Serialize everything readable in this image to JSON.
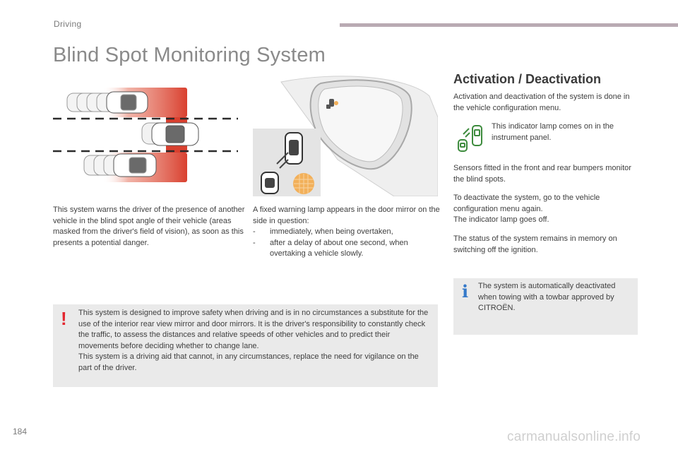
{
  "header": {
    "section": "Driving"
  },
  "title": "Blind Spot Monitoring System",
  "intro": "This system warns the driver of the presence of another vehicle in the blind spot angle of their vehicle (areas masked from the driver's field of vision), as soon as this presents a potential danger.",
  "lamp": {
    "intro": "A fixed warning lamp appears in the door mirror on the side in question:",
    "items": [
      {
        "dash": "-",
        "text": "immediately, when being overtaken,"
      },
      {
        "dash": "-",
        "text": "after a delay of about one second, when overtaking a vehicle slowly."
      }
    ]
  },
  "activation": {
    "title": "Activation / Deactivation",
    "p1": "Activation and deactivation of the system is done in the vehicle configuration menu.",
    "indicator": "This indicator lamp comes on in the instrument panel.",
    "p2": "Sensors fitted in the front and rear bumpers monitor the blind spots.",
    "p3a": "To deactivate the system, go to the vehicle configuration menu again.",
    "p3b": "The indicator lamp goes off.",
    "p4": "The status of the system remains in memory on switching off the ignition."
  },
  "warning": {
    "mark": "!",
    "line1": "This system is designed to improve safety when driving and is in no circumstances a substitute for the use of the interior rear view mirror and door mirrors. It is the driver's responsibility to constantly check the traffic, to assess the distances and relative speeds of other vehicles and to predict their movements before deciding whether to change lane.",
    "line2": "This system is a driving aid that cannot, in any circumstances, replace the need for vigilance on the part of the driver."
  },
  "info": {
    "mark": "i",
    "text": "The system is automatically deactivated when towing with a towbar approved by CITROËN."
  },
  "footer": {
    "page_number": "184",
    "watermark": "carmanualsonline.info"
  },
  "colors": {
    "zone_red": "#d9402f",
    "warn_red": "#e3262f",
    "info_blue": "#3579c9",
    "indicator_green": "#3d8b3d",
    "lamp_amber": "#f2b05a",
    "header_bar": "#b9aab3"
  }
}
